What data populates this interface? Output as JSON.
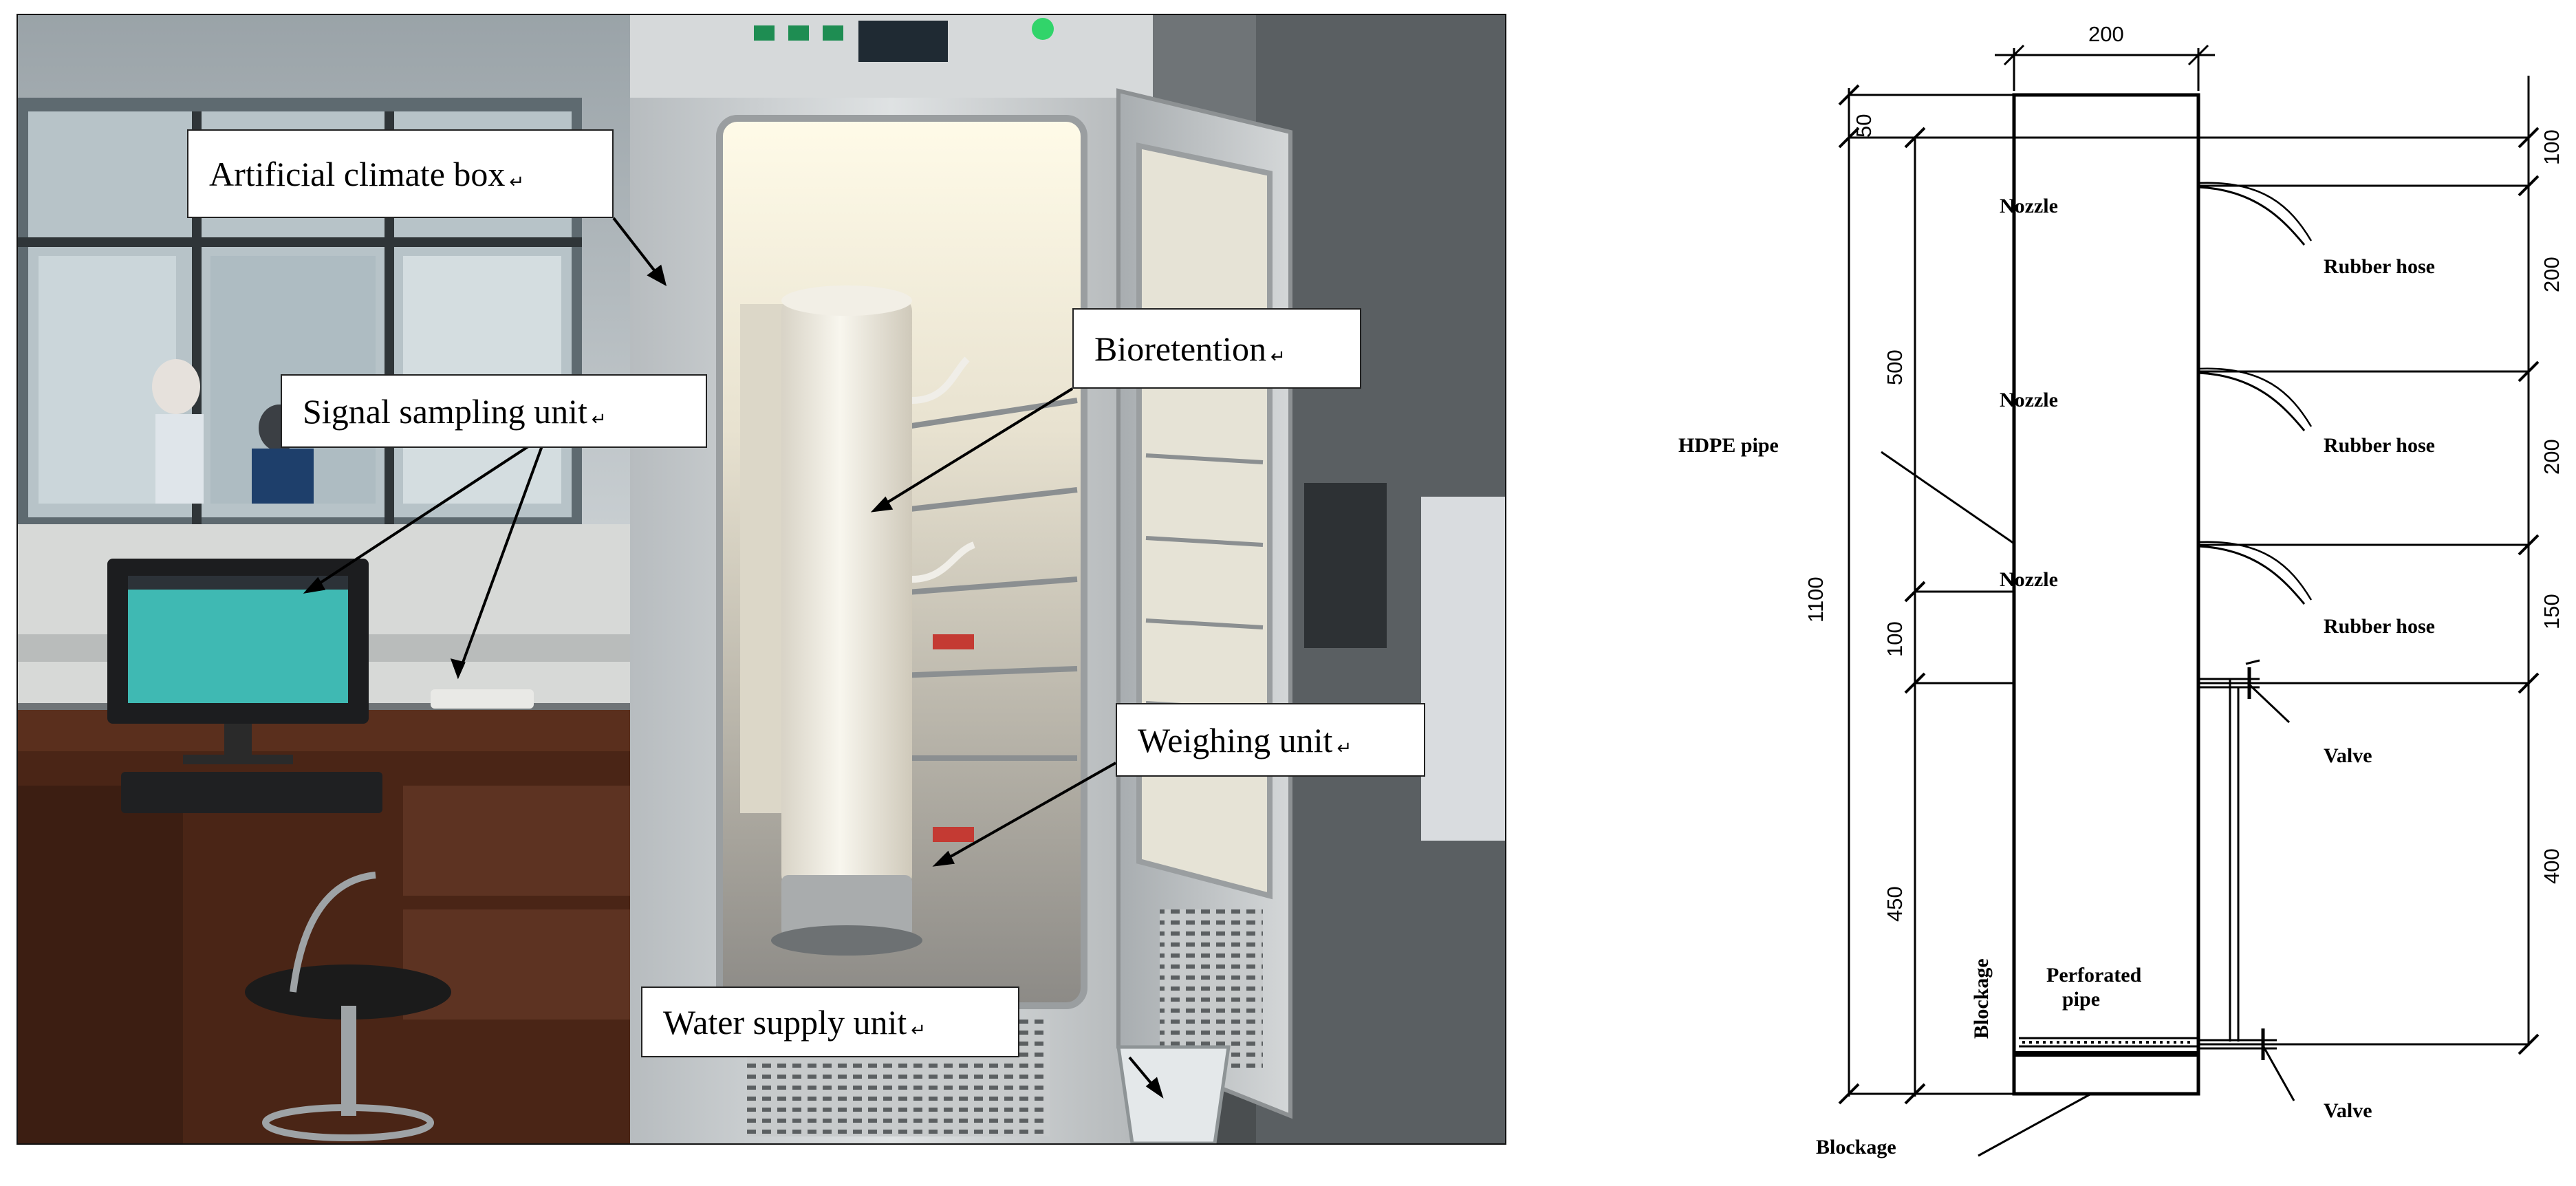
{
  "photo": {
    "labels": {
      "climate_box": "Artificial climate box",
      "signal_unit": "Signal sampling unit",
      "bioretention": "Bioretention",
      "weighing_unit": "Weighing unit",
      "water_supply": "Water supply unit"
    },
    "return_mark": "↵"
  },
  "drawing": {
    "labels": {
      "nozzle_1": "Nozzle",
      "nozzle_2": "Nozzle",
      "nozzle_3": "Nozzle",
      "hose_1": "Rubber hose",
      "hose_2": "Rubber hose",
      "hose_3": "Rubber hose",
      "hdpe_pipe": "HDPE pipe",
      "valve_1": "Valve",
      "valve_2": "Valve",
      "perforated_1": "Perforated",
      "perforated_2": "pipe",
      "blockage_side": "Blockage",
      "blockage_bottom": "Blockage"
    },
    "dims": {
      "top_width": "200",
      "top_margin": "50",
      "total_height": "1100",
      "upper_section": "500",
      "mid_section": "100",
      "lower_section": "450",
      "right_top": "100",
      "right_s1": "200",
      "right_s2": "200",
      "right_s3": "150",
      "right_valves": "400"
    }
  }
}
